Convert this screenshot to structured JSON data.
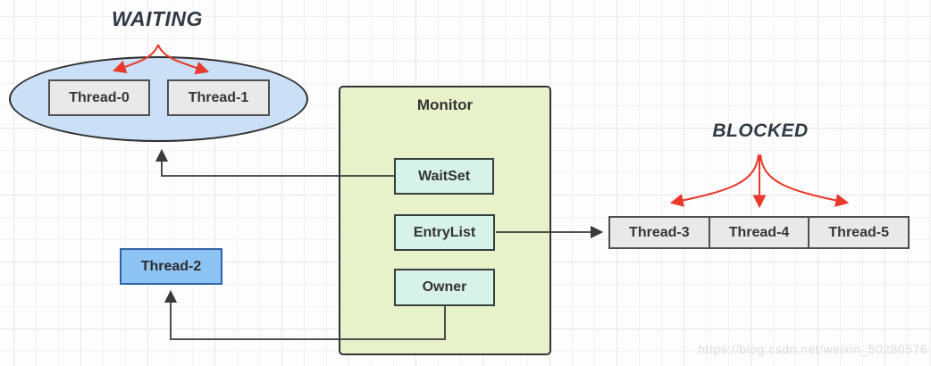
{
  "diagram": {
    "waiting": {
      "label": "WAITING",
      "threads": [
        "Thread-0",
        "Thread-1"
      ]
    },
    "monitor": {
      "title": "Monitor",
      "waitset_label": "WaitSet",
      "entrylist_label": "EntryList",
      "owner_label": "Owner"
    },
    "owner_thread": "Thread-2",
    "blocked": {
      "label": "BLOCKED",
      "threads": [
        "Thread-3",
        "Thread-4",
        "Thread-5"
      ]
    },
    "watermark": "https://blog.csdn.net/weixin_50280576",
    "colors": {
      "arrow_red": "#e8392b",
      "line_dark": "#3a3a3a",
      "monitor_fill": "#e8f2ca",
      "monitor_slot_fill": "#d7f2e9",
      "waiting_ellipse_fill": "#cbdff6",
      "owner_thread_fill": "#8ec4f4",
      "thread_box_fill": "#e9e9e9"
    }
  }
}
